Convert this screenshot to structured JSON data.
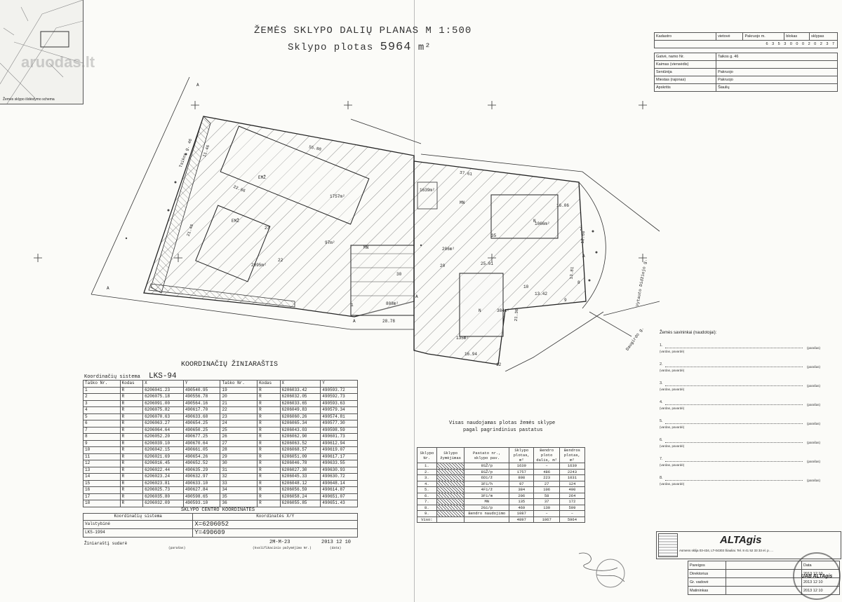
{
  "title_line1": "ŽEMĖS SKLYPO DALIŲ PLANAS M 1:500",
  "title_line2_prefix": "Sklypo plotas",
  "area_value": "5964",
  "area_unit": "m²",
  "watermark": "aruodas.lt",
  "inset_label": "Žemės sklypo išdėstymo schema",
  "cadastre": {
    "header": [
      "Kadastro",
      "vietovė",
      "Pakruojo m.",
      "blokas",
      "sklypas"
    ],
    "number": "6 3 5 3 0 0 0 2 0 2 3 7",
    "rows": [
      [
        "Gatvė, namo Nr.",
        "Taikos g. 46"
      ],
      [
        "Kaimas (viensėdis)",
        ""
      ],
      [
        "Seniūnija",
        "Pakruojo"
      ],
      [
        "Miestas (rajonas)",
        "Pakruojo"
      ],
      [
        "Apskritis",
        "Šiaulių"
      ]
    ]
  },
  "coords_title": "KOORDINAČIŲ ŽINIARAŠTIS",
  "coords_system_label": "Koordinačių sistema",
  "coords_system": "LKS-94",
  "coords_headers": [
    "Taško Nr.",
    "Kodas",
    "X",
    "Y",
    "Taško Nr.",
    "Kodas",
    "X",
    "Y"
  ],
  "coords_rows": [
    [
      "1",
      "R",
      "6206041.23",
      "490540.95",
      "19",
      "R",
      "6206033.42",
      "490593.72"
    ],
    [
      "2",
      "R",
      "6206075.18",
      "490556.78",
      "20",
      "R",
      "6206032.05",
      "490592.73"
    ],
    [
      "3",
      "R",
      "6206091.00",
      "490564.16",
      "21",
      "R",
      "6206033.65",
      "490593.63"
    ],
    [
      "4",
      "R",
      "6206075.82",
      "490617.70",
      "22",
      "R",
      "6206049.83",
      "490579.34"
    ],
    [
      "5",
      "R",
      "6206070.63",
      "490633.68",
      "23",
      "R",
      "6206060.26",
      "490574.81"
    ],
    [
      "6",
      "R",
      "6206063.27",
      "490654.25",
      "24",
      "R",
      "6206065.34",
      "490577.30"
    ],
    [
      "7",
      "R",
      "6206064.64",
      "490650.25",
      "25",
      "R",
      "6206043.03",
      "490598.59"
    ],
    [
      "8",
      "R",
      "6206052.20",
      "490677.25",
      "26",
      "R",
      "6206062.90",
      "490601.73"
    ],
    [
      "9",
      "R",
      "6206039.10",
      "490670.64",
      "27",
      "R",
      "6206063.52",
      "490612.94"
    ],
    [
      "10",
      "R",
      "6206042.15",
      "490661.05",
      "28",
      "R",
      "6206068.57",
      "490619.07"
    ],
    [
      "11",
      "R",
      "6206021.69",
      "490654.26",
      "29",
      "R",
      "6206051.09",
      "490617.17"
    ],
    [
      "12",
      "R",
      "6206016.45",
      "490652.52",
      "30",
      "R",
      "6206046.78",
      "490633.55"
    ],
    [
      "13",
      "R",
      "6206022.44",
      "490635.29",
      "31",
      "R",
      "6206027.30",
      "490630.93"
    ],
    [
      "14",
      "R",
      "6206023.24",
      "490632.97",
      "32",
      "R",
      "6206045.33",
      "490630.72"
    ],
    [
      "15",
      "R",
      "6206023.81",
      "490633.10",
      "33",
      "R",
      "6206048.12",
      "490648.14"
    ],
    [
      "16",
      "R",
      "6206025.73",
      "490627.84",
      "34",
      "R",
      "6206056.59",
      "490614.87"
    ],
    [
      "17",
      "R",
      "6206035.80",
      "490598.65",
      "35",
      "R",
      "6206058.24",
      "490651.07"
    ],
    [
      "18",
      "R",
      "6206032.09",
      "490593.10",
      "36",
      "R",
      "6206055.85",
      "490651.43"
    ]
  ],
  "center_title": "SKLYPO CENTRO KOORDINATĖS",
  "center_headers": [
    "Koordinačių sistema",
    "Koordinatės X/Y"
  ],
  "center_system": [
    "Valstybinė",
    "LKS-1994"
  ],
  "center_x": "X=6206052",
  "center_y": "Y=490609",
  "compiled_label": "Žiniaraštį sudarė",
  "compiled_date": "2013 12 10",
  "compiled_code": "2M-M-23",
  "compiled_sub1": "(parašas)",
  "compiled_sub2": "(kvalifikacinio pažymėjimo Nr.)",
  "compiled_sub3": "(data)",
  "parts_title_1": "Visas naudojamas plotas žemės sklype",
  "parts_title_2": "pagal pagrindinius pastatus",
  "parts_headers": [
    "Sklypo Nr.",
    "Sklypo žymėjimas",
    "Pastato nr., sklypo pav.",
    "Sklypo plotas, m²",
    "Bendro ploto dalis, m²",
    "Bendros plotas, m²"
  ],
  "parts_rows": [
    [
      "1.",
      "",
      "9SŽ/p",
      "1639",
      "–",
      "1639"
    ],
    [
      "2.",
      "",
      "8SŽ/p",
      "1757",
      "486",
      "2243"
    ],
    [
      "3.",
      "",
      "6D1/ž",
      "808",
      "223",
      "1031"
    ],
    [
      "4.",
      "",
      "3F1/h",
      "97",
      "27",
      "124"
    ],
    [
      "5.",
      "",
      "4F1/ž",
      "384",
      "106",
      "490"
    ],
    [
      "6.",
      "",
      "3F1/m",
      "206",
      "58",
      "264"
    ],
    [
      "7.",
      "",
      "MN",
      "135",
      "37",
      "172"
    ],
    [
      "8.",
      "",
      "2G1/p",
      "469",
      "130",
      "599"
    ],
    [
      "9.",
      "",
      "Bendro naudojimo",
      "1087",
      "–",
      "–"
    ],
    [
      "Viso:",
      "",
      "",
      "4897",
      "1067",
      "5964"
    ]
  ],
  "owners_title": "Žemės savininkai (naudotojai):",
  "owners": [
    "1.",
    "2.",
    "3.",
    "4.",
    "5.",
    "6.",
    "7.",
    "8."
  ],
  "owner_hint_name": "(vardas, pavardė)",
  "owner_hint_sign": "(parašas)",
  "company": "ALTAgis",
  "company_address": "Asmens sklija 03-434, LT-04303 Šiauliai. Tel. 8 41 52 33 33 el. p. ...",
  "titleblock_headers": [
    "Pareigos",
    "Data"
  ],
  "titleblock_rows": [
    [
      "Direktorius",
      "2013 12 10"
    ],
    [
      "Gr. vadovė",
      "2013 12 10"
    ],
    [
      "Matininkas",
      "2013 12 10"
    ]
  ],
  "stamp_text": "UAB ALTAgis",
  "street_labels": [
    "Taikos g. 46",
    "Vytauto Didžiojo g.",
    "Daugirdo g."
  ],
  "plot_labels": [
    "EMŽ",
    "EMŽ",
    "MN",
    "MN",
    "N",
    "N",
    "A",
    "A",
    "A",
    "A",
    "A"
  ],
  "dims": [
    "55.88",
    "37.61",
    "28.78",
    "16.06",
    "13.42",
    "12.60",
    "25.01",
    "16.94",
    "21.30",
    "13.81",
    "22.66",
    "11.46",
    "21.46"
  ],
  "pts": [
    "1",
    "2",
    "3",
    "4",
    "5",
    "6",
    "7",
    "8",
    "9",
    "10",
    "11",
    "12",
    "13",
    "14",
    "15",
    "16",
    "17",
    "18",
    "19",
    "20",
    "21",
    "22",
    "23",
    "24",
    "25",
    "26",
    "27",
    "28",
    "29",
    "30",
    "31",
    "32",
    "33",
    "34",
    "35",
    "36"
  ],
  "areas": [
    "1757m²",
    "2095m²",
    "808m²",
    "1066m²",
    "1639m²",
    "384m²",
    "97m²",
    "206m²",
    "135m²"
  ]
}
